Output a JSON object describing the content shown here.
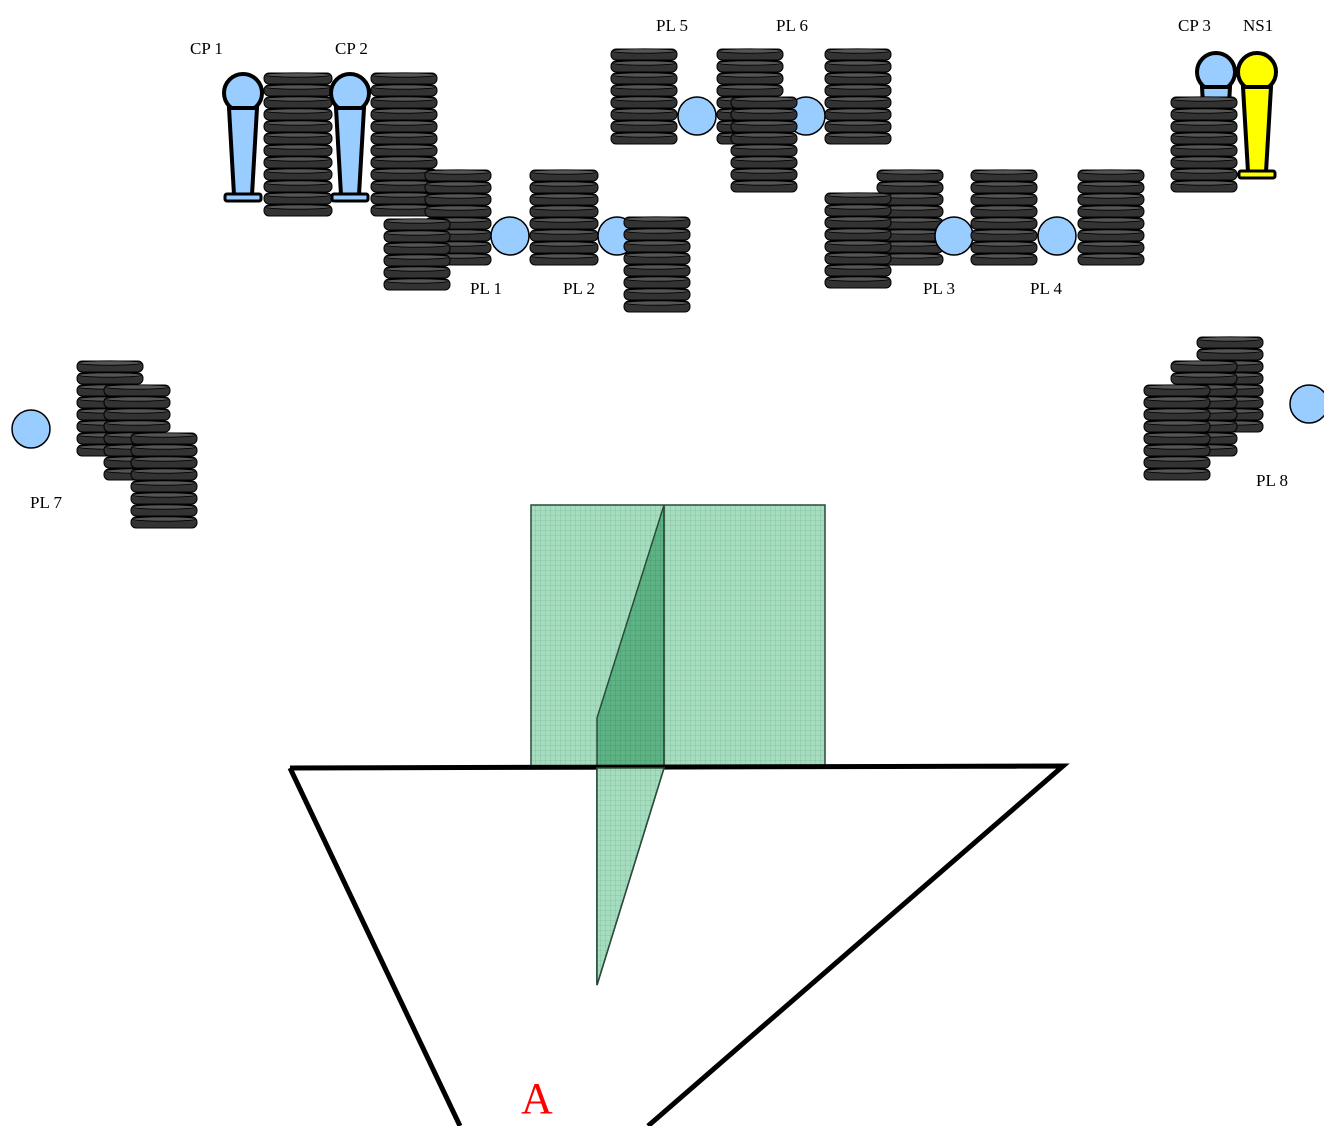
{
  "diagram": {
    "labels": {
      "cp1": "CP 1",
      "cp2": "CP 2",
      "cp3": "CP 3",
      "ns1": "NS1",
      "pl1": "PL 1",
      "pl2": "PL 2",
      "pl3": "PL 3",
      "pl4": "PL 4",
      "pl5": "PL 5",
      "pl6": "PL 6",
      "pl7": "PL 7",
      "pl8": "PL 8",
      "area_a": "A"
    },
    "colors": {
      "node_blue": "#99ccff",
      "node_yellow": "#ffff00",
      "disk_dark": "#333333",
      "zone_green": "#66bb88",
      "area_label_red": "#ff0000",
      "outline": "#000000"
    },
    "icons": {
      "microphone": "microphone-icon",
      "disk_stack": "disk-stack-icon",
      "router": "circle-node-icon"
    }
  }
}
